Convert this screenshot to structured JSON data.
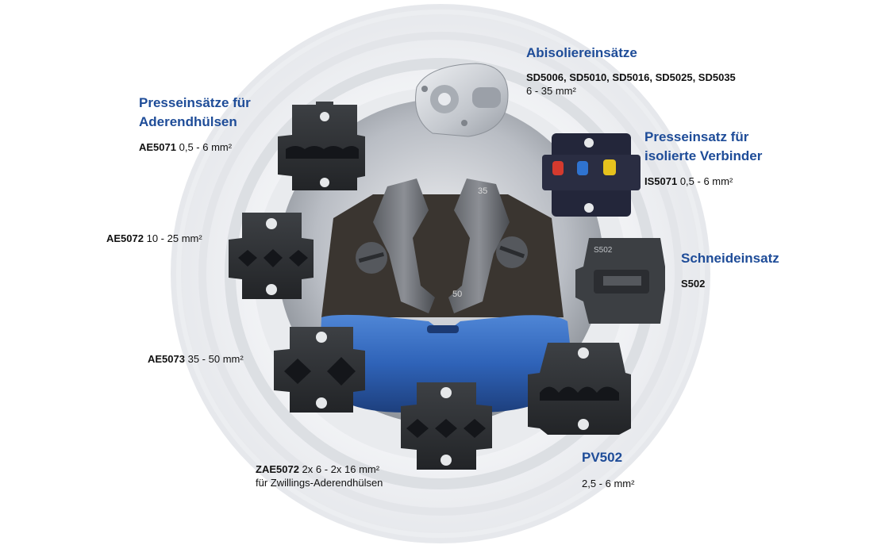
{
  "items": [
    {
      "id": "abisolier",
      "title": "Abisoliereinsätze",
      "code": "SD5006, SD5010, SD5016, SD5025, SD5035",
      "spec": "6 - 35 mm²"
    },
    {
      "id": "aderend",
      "title_line1": "Presseinsätze für",
      "title_line2": "Aderendhülsen",
      "code": "AE5071",
      "spec": "0,5 - 6 mm²"
    },
    {
      "id": "isoliert",
      "title_line1": "Presseinsatz für",
      "title_line2": "isolierte Verbinder",
      "code": "IS5071",
      "spec": "0,5 - 6 mm²"
    },
    {
      "id": "ae5072",
      "code": "AE5072",
      "spec": "10 - 25 mm²"
    },
    {
      "id": "schneid",
      "title": "Schneideinsatz",
      "code": "S502"
    },
    {
      "id": "ae5073",
      "code": "AE5073",
      "spec": "35 - 50 mm²"
    },
    {
      "id": "zae5072",
      "code": "ZAE5072",
      "spec": "2x 6 - 2x 16 mm²",
      "note": "für Zwillings-Aderendhülsen"
    },
    {
      "id": "pv502",
      "title": "PV502",
      "spec": "2,5 - 6 mm²"
    }
  ],
  "tool_markings": {
    "top": "35",
    "bottom": "50"
  },
  "die_markings": {
    "s502": "S502"
  },
  "colors": {
    "title_blue": "#1e4c98",
    "tool_blue": "#2f63b8",
    "die_dark": "#2b2e31",
    "insert_silver": "#c8cbd0",
    "ring_gray": "#e4e6ea"
  }
}
